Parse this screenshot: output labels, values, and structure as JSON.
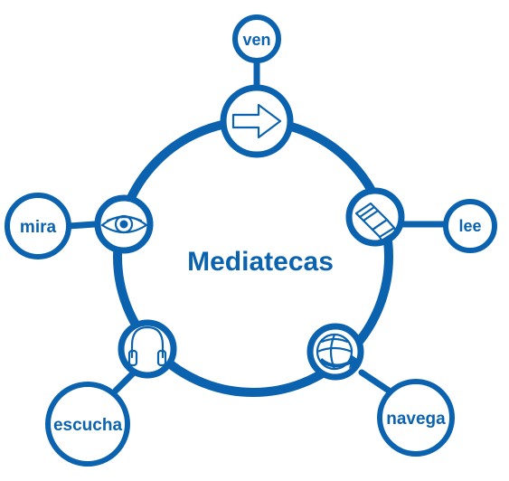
{
  "center_label": "Mediatecas",
  "accent_color": "#0b63b0",
  "nodes": [
    {
      "id": "ven",
      "label": "ven",
      "icon": "arrow-right-icon"
    },
    {
      "id": "lee",
      "label": "lee",
      "icon": "open-book-icon"
    },
    {
      "id": "navega",
      "label": "navega",
      "icon": "globe-arrow-icon"
    },
    {
      "id": "escucha",
      "label": "escucha",
      "icon": "headphones-icon"
    },
    {
      "id": "mira",
      "label": "mira",
      "icon": "eye-icon"
    }
  ]
}
